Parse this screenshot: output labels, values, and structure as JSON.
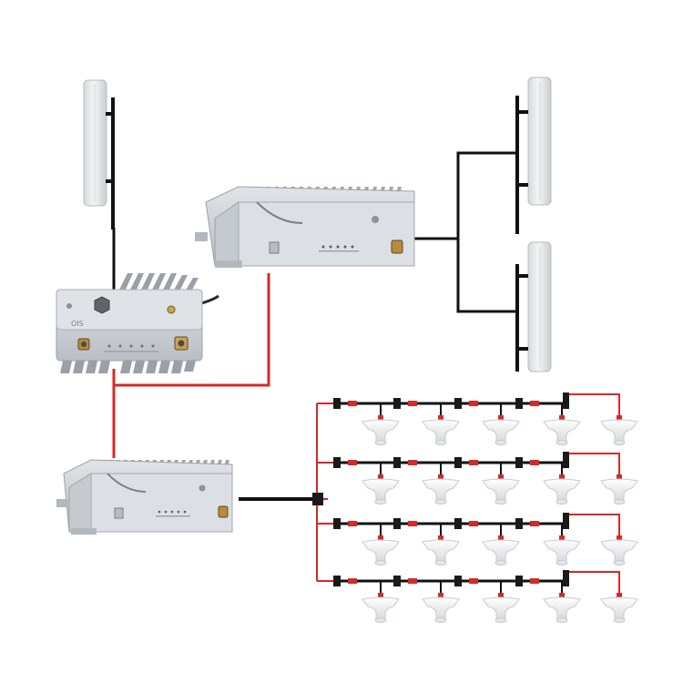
{
  "colors": {
    "background": "#ffffff",
    "donor_cable": "#111111",
    "feeder_cable": "#d42a2a",
    "enclosure": "#d3d7dc",
    "enclosure_dark": "#a9aeb4",
    "antenna": "#e9ebed"
  },
  "devices": {
    "ois_unit": {
      "icon": "ois-master-unit-icon",
      "label": "OIS"
    },
    "remote_unit_upper": {
      "icon": "remote-amplifier-icon"
    },
    "remote_unit_lower": {
      "icon": "remote-amplifier-icon"
    }
  },
  "antennas": {
    "donor_panel": {
      "icon": "panel-antenna-icon",
      "count": 1
    },
    "service_panels": {
      "icon": "panel-antenna-icon",
      "count": 2
    },
    "ceiling_antennas": {
      "icon": "ceiling-antenna-icon",
      "rows": 4,
      "per_row": 5
    }
  },
  "splitters": {
    "icon": "power-splitter-icon",
    "per_row": 4
  }
}
